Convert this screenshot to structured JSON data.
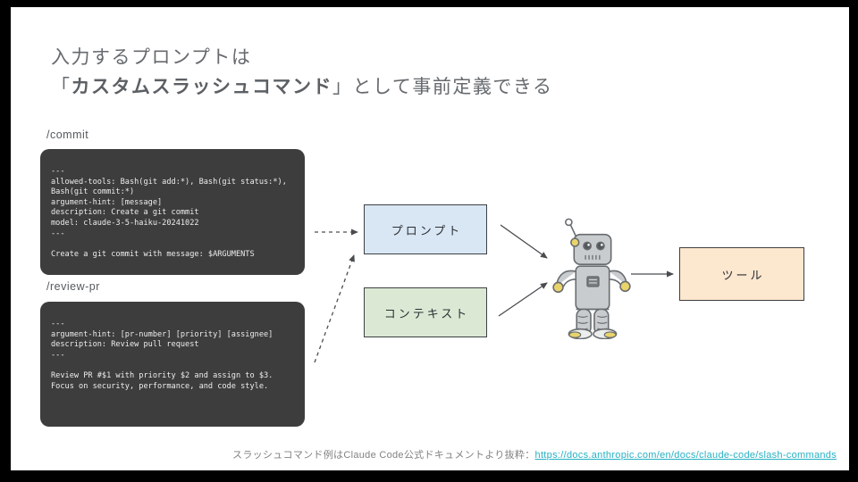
{
  "title": {
    "line1": "入力するプロンプトは",
    "line2_open": "「",
    "line2_bold": "カスタムスラッシュコマンド",
    "line2_rest": "」として事前定義できる"
  },
  "commands": [
    {
      "label": "/commit",
      "code": "---\nallowed-tools: Bash(git add:*), Bash(git status:*),\nBash(git commit:*)\nargument-hint: [message]\ndescription: Create a git commit\nmodel: claude-3-5-haiku-20241022\n---\n\nCreate a git commit with message: $ARGUMENTS"
    },
    {
      "label": "/review-pr",
      "code": "---\nargument-hint: [pr-number] [priority] [assignee]\ndescription: Review pull request\n---\n\nReview PR #$1 with priority $2 and assign to $3.\nFocus on security, performance, and code style."
    }
  ],
  "diagram": {
    "prompt_label": "プロンプト",
    "context_label": "コンテキスト",
    "tool_label": "ツール",
    "robot_icon": "robot-illustration"
  },
  "footer": {
    "caption": "スラッシュコマンド例はClaude Code公式ドキュメントより抜粋：",
    "link_text": "https://docs.anthropic.com/en/docs/claude-code/slash-commands",
    "link_href": "https://docs.anthropic.com/en/docs/claude-code/slash-commands"
  },
  "colors": {
    "prompt_box_bg": "#d9e6f4",
    "context_box_bg": "#dbe9d4",
    "tool_box_bg": "#fce7cf",
    "code_block_bg": "#3d3d3d",
    "code_text": "#ededed",
    "title_text": "#666a6e",
    "link": "#25b1c3",
    "arrow": "#4a4d50"
  }
}
